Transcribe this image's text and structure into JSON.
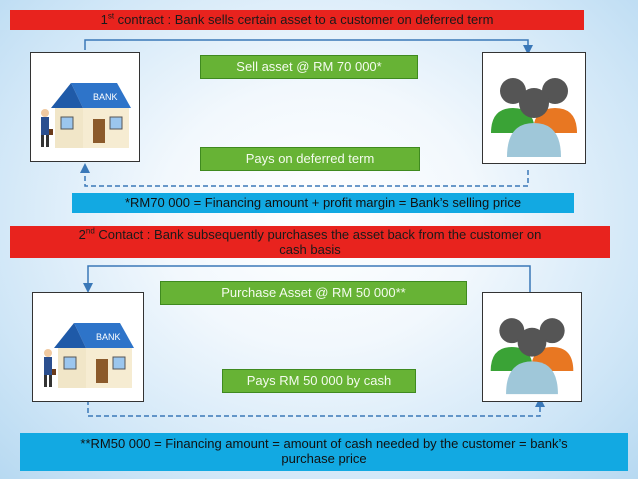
{
  "contract1": {
    "ordinal": "1",
    "ordinal_suffix": "st",
    "title": " contract : Bank sells certain asset to a customer on deferred term",
    "arrow_top_label": "Sell asset @ RM 70 000*",
    "arrow_bottom_label": "Pays on deferred term",
    "note": "*RM70 000 = Financing amount + profit margin = Bank’s selling price"
  },
  "contract2": {
    "ordinal": "2",
    "ordinal_suffix": "nd",
    "title_line1": " Contact : Bank subsequently purchases the asset back from the customer on",
    "title_line2": "cash basis",
    "arrow_top_label": "Purchase Asset @ RM 50 000**",
    "arrow_bottom_label": "Pays RM 50 000 by cash",
    "note_line1": "**RM50 000 = Financing amount = amount of cash needed by the customer  = bank’s",
    "note_line2": "purchase price"
  },
  "bank_sign_text": "BANK",
  "icons": {
    "bank": "bank-house-icon",
    "customers": "customer-group-icon"
  },
  "colors": {
    "banner": "#e8231e",
    "label": "#67b335",
    "note": "#12a9e2",
    "arrow": "#3a78b8"
  }
}
